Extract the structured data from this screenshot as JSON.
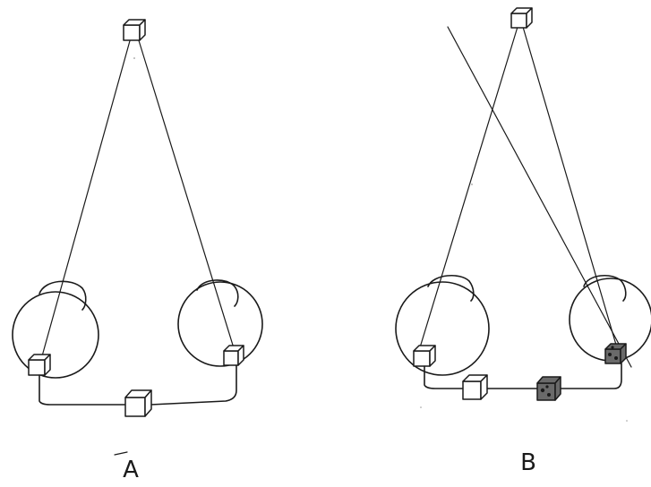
{
  "figure": {
    "panels": [
      {
        "id": "A",
        "label": "A"
      },
      {
        "id": "B",
        "label": "B"
      }
    ],
    "colors": {
      "ink": "#1a1a1a",
      "paper": "#ffffff",
      "shaded_cube": "#6a6a6a"
    }
  }
}
